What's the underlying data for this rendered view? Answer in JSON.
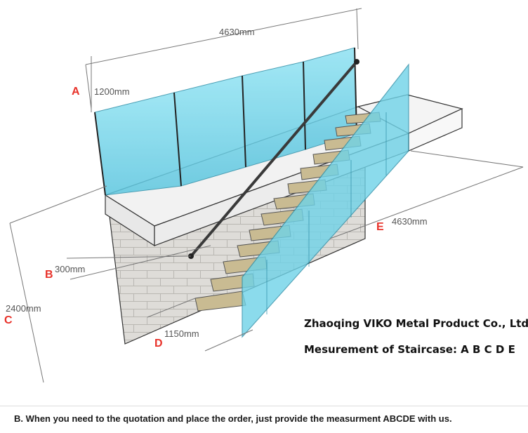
{
  "dimensions": {
    "top_length": "4630mm",
    "rail_height": "1200mm",
    "tread_depth": "300mm",
    "total_height": "2400mm",
    "tread_width": "1150mm",
    "diagonal_length": "4630mm"
  },
  "labels": {
    "a": "A",
    "b": "B",
    "c": "C",
    "d": "D",
    "e": "E"
  },
  "company": {
    "name": "Zhaoqing VIKO Metal Product Co., Ltd",
    "measurement": "Mesurement of Staircase: A B C D E"
  },
  "caption": "B. When you need  to the quotation and place the order, just provide the measurment ABCDE with us.",
  "colors": {
    "glass": "#6fd3e8",
    "glass_edge": "#2e8fa8",
    "wall": "#d9d9d6",
    "tread": "#c8b98d",
    "label_red": "#e8322a"
  }
}
